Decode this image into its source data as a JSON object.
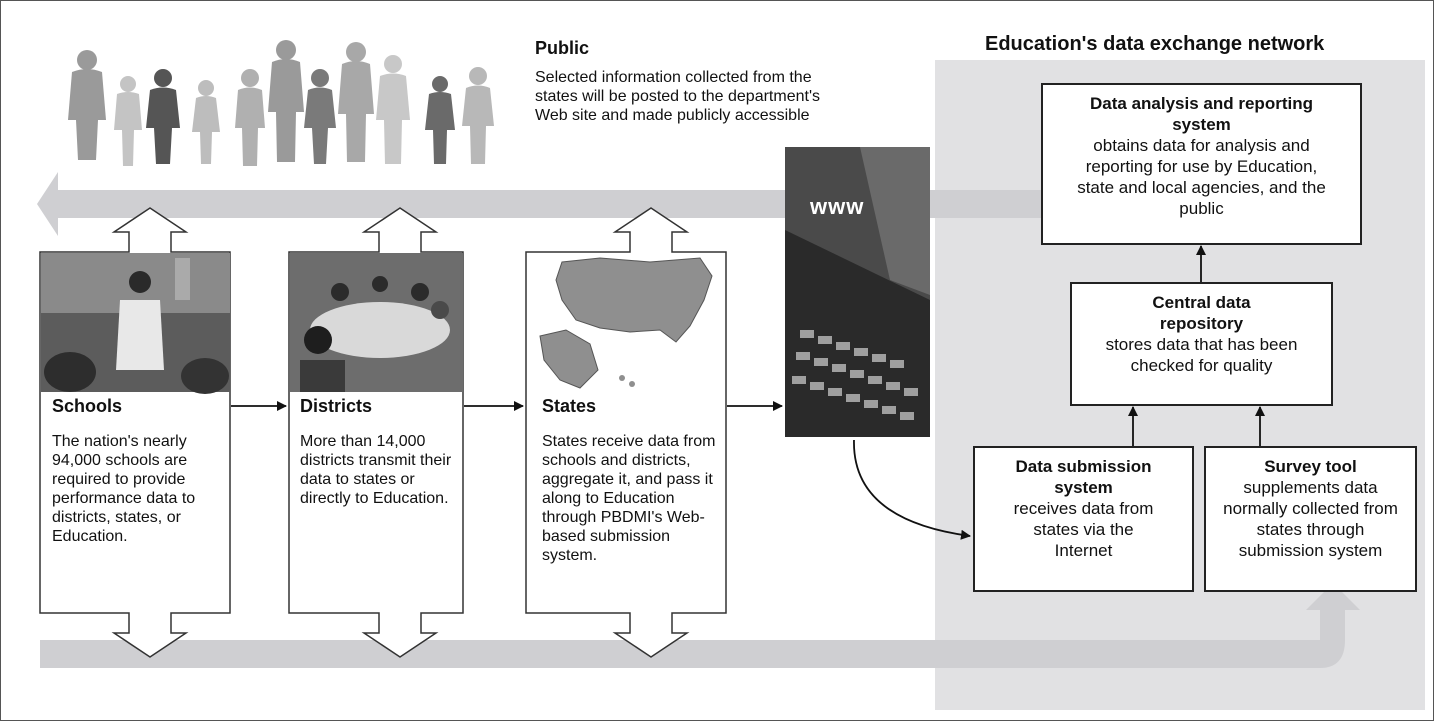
{
  "public": {
    "title": "Public",
    "text": "Selected information collected from the states will be posted to the department's Web site and made publicly accessible"
  },
  "network": {
    "title": "Education's data exchange network"
  },
  "tiers": [
    {
      "title": "Schools",
      "text": "The nation's nearly 94,000 schools are required to provide performance data to districts, states, or Education."
    },
    {
      "title": "Districts",
      "text": "More than 14,000 districts transmit their data to states or directly to Education."
    },
    {
      "title": "States",
      "text": "States receive data from schools and districts, aggregate it, and pass it along to Education through PBDMI's Web-based submission system."
    }
  ],
  "laptop": {
    "label": "www"
  },
  "systems": {
    "analysis": {
      "title": "Data analysis and reporting system",
      "text": "obtains data for analysis and reporting for use by Education, state and local agencies, and the public"
    },
    "repository": {
      "title": "Central data repository",
      "text": "stores data that has been checked for quality"
    },
    "submission": {
      "title": "Data submission system",
      "text": "receives data from states via the Internet"
    },
    "survey": {
      "title": "Survey tool",
      "text": "supplements data normally collected from states through submission system"
    }
  }
}
